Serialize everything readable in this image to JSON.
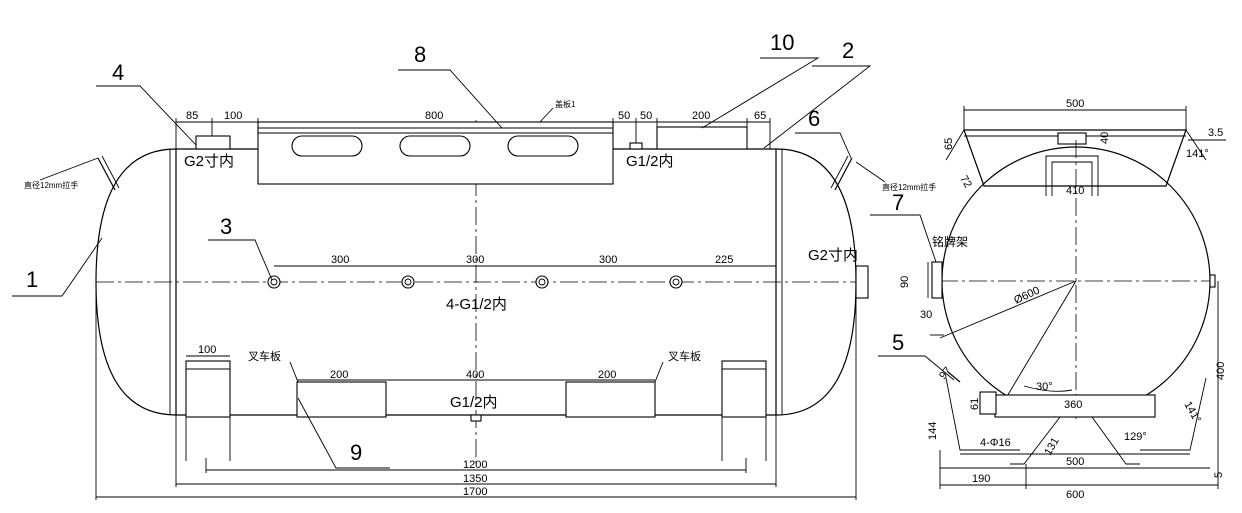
{
  "callouts": {
    "c1": "1",
    "c2": "2",
    "c3": "3",
    "c4": "4",
    "c5": "5",
    "c6": "6",
    "c7": "7",
    "c8": "8",
    "c9": "9",
    "c10": "10"
  },
  "front_view": {
    "dims_top": [
      "85",
      "100",
      "800",
      "50",
      "50",
      "200",
      "65"
    ],
    "dims_mid": [
      "300",
      "300",
      "300",
      "225"
    ],
    "dims_bottom": [
      "100",
      "200",
      "400",
      "200"
    ],
    "overall": [
      "1200",
      "1350",
      "1700"
    ],
    "labels": {
      "cover_plate": "盖板1",
      "port_g2_top": "G2寸内",
      "port_g12_top": "G1/2内",
      "port_g2_side": "G2寸内",
      "ports_4x": "4-G1/2内",
      "port_g12_bottom": "G1/2内",
      "handle_left": "直径12mm拉手",
      "handle_right": "直径12mm拉手",
      "forklift_left": "叉车板",
      "forklift_right": "叉车板"
    }
  },
  "side_view": {
    "dims": [
      "500",
      "40",
      "3.5",
      "65",
      "72",
      "410",
      "141°",
      "90",
      "30",
      "Ø600",
      "30°",
      "97",
      "400",
      "61",
      "360",
      "144",
      "4-Φ16",
      "131",
      "129°",
      "141°",
      "500",
      "190",
      "600",
      "5"
    ],
    "labels": {
      "nameplate_bracket": "铭牌架"
    }
  }
}
